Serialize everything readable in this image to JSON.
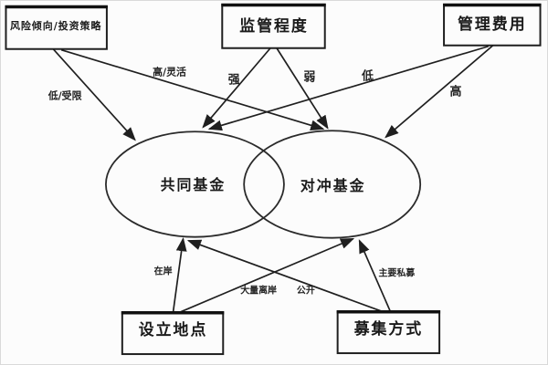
{
  "diagram": {
    "background_color": "#fcfcfc",
    "line_color": "#1f1f1f",
    "nodes": {
      "risk_strategy": {
        "label": "风险倾向/投资策略",
        "shape": "rect"
      },
      "regulation": {
        "label": "监管程度",
        "shape": "rect"
      },
      "management_fee": {
        "label": "管理费用",
        "shape": "rect"
      },
      "mutual_fund": {
        "label": "共同基金",
        "shape": "ellipse"
      },
      "hedge_fund": {
        "label": "对冲基金",
        "shape": "ellipse"
      },
      "location": {
        "label": "设立地点",
        "shape": "rect"
      },
      "fundraising": {
        "label": "募集方式",
        "shape": "rect"
      }
    },
    "edges": [
      {
        "from": "risk_strategy",
        "to": "mutual_fund",
        "label": "低/受限"
      },
      {
        "from": "risk_strategy",
        "to": "hedge_fund",
        "label": "高/灵活"
      },
      {
        "from": "regulation",
        "to": "mutual_fund",
        "label": "强"
      },
      {
        "from": "regulation",
        "to": "hedge_fund",
        "label": "弱"
      },
      {
        "from": "management_fee",
        "to": "mutual_fund",
        "label": "低"
      },
      {
        "from": "management_fee",
        "to": "hedge_fund",
        "label": "高"
      },
      {
        "from": "location",
        "to": "mutual_fund",
        "label": "在岸"
      },
      {
        "from": "location",
        "to": "hedge_fund",
        "label": "大量离岸"
      },
      {
        "from": "fundraising",
        "to": "mutual_fund",
        "label": "公开"
      },
      {
        "from": "fundraising",
        "to": "hedge_fund",
        "label": "主要私募"
      }
    ]
  }
}
